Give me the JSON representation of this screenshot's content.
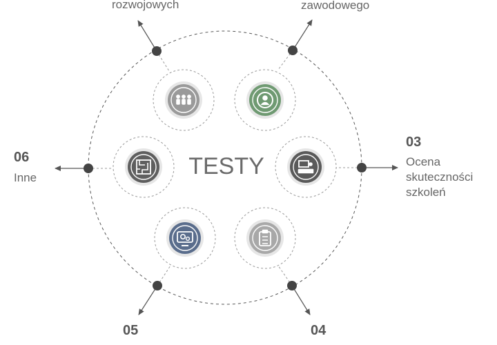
{
  "center": {
    "title": "TESTY"
  },
  "items": [
    {
      "id": "01",
      "number": "",
      "label": "rozwojowych",
      "icon": "people-network-icon",
      "color": "#9a9a9a"
    },
    {
      "id": "02",
      "number": "",
      "label": "zawodowego",
      "icon": "person-target-icon",
      "color": "#6f9a72"
    },
    {
      "id": "03",
      "number": "03",
      "label_lines": [
        "Ocena",
        "skuteczności",
        "szkoleń"
      ],
      "icon": "training-room-icon",
      "color": "#5a5a5a"
    },
    {
      "id": "04",
      "number": "04",
      "label": "",
      "icon": "clipboard-icon",
      "color": "#a8a8a8"
    },
    {
      "id": "05",
      "number": "05",
      "label": "",
      "icon": "computer-gears-icon",
      "color": "#5a6d8c"
    },
    {
      "id": "06",
      "number": "06",
      "label": "Inne",
      "icon": "maze-icon",
      "color": "#5f5f5f"
    }
  ]
}
